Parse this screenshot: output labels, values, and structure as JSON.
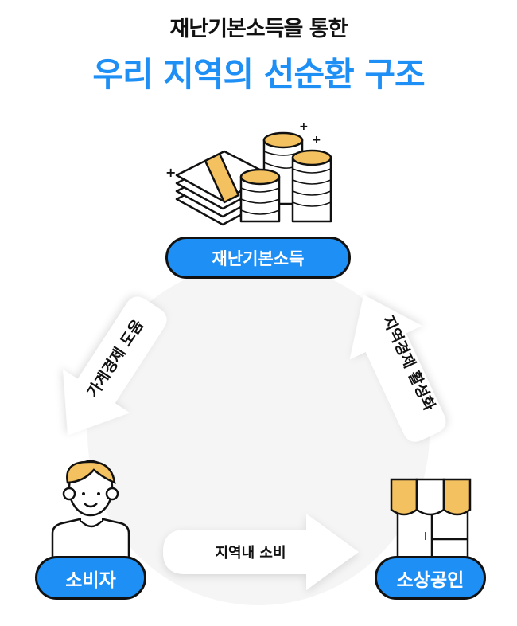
{
  "header": {
    "subtitle": "재난기본소득을 통한",
    "title": "우리 지역의 선순환 구조"
  },
  "nodes": {
    "top": "재난기본소득",
    "left": "소비자",
    "right": "소상공인"
  },
  "arrows": {
    "left": "가계경제 도움",
    "bottom": "지역내 소비",
    "right": "지역경제 활성화"
  },
  "colors": {
    "accent": "#1e8ff5",
    "gold": "#f3c160",
    "circle": "#f5f5f5"
  }
}
